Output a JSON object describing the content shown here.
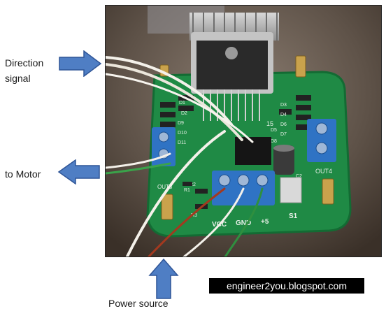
{
  "labels": {
    "direction_line1": "Direction",
    "direction_line2": "signal",
    "motor": "to Motor",
    "power": "Power source"
  },
  "board": {
    "terminal_out4": "OUT4",
    "terminal_out3": "OUT3",
    "pin_vcc": "VCC",
    "pin_gnd": "GND",
    "pin_plus5": "+5",
    "switch_label": "S1",
    "r1": "R1",
    "r2": "R2",
    "r3": "R3",
    "c2": "C2",
    "d1": "D1",
    "d2": "D2",
    "d3": "D3",
    "d4": "D4",
    "d5": "D5",
    "d6": "D6",
    "d7": "D7",
    "d8": "D8",
    "d9": "D9",
    "d10": "D10",
    "d11": "D11",
    "ic_pin": "15"
  },
  "watermark": "engineer2you.blogspot.com",
  "colors": {
    "arrow_fill": "#4f7ec4",
    "arrow_stroke": "#2f5597",
    "pcb": "#1f8a45",
    "terminal": "#2f73c4"
  },
  "icons": [
    "right-arrow-icon",
    "left-arrow-icon",
    "up-arrow-icon"
  ]
}
